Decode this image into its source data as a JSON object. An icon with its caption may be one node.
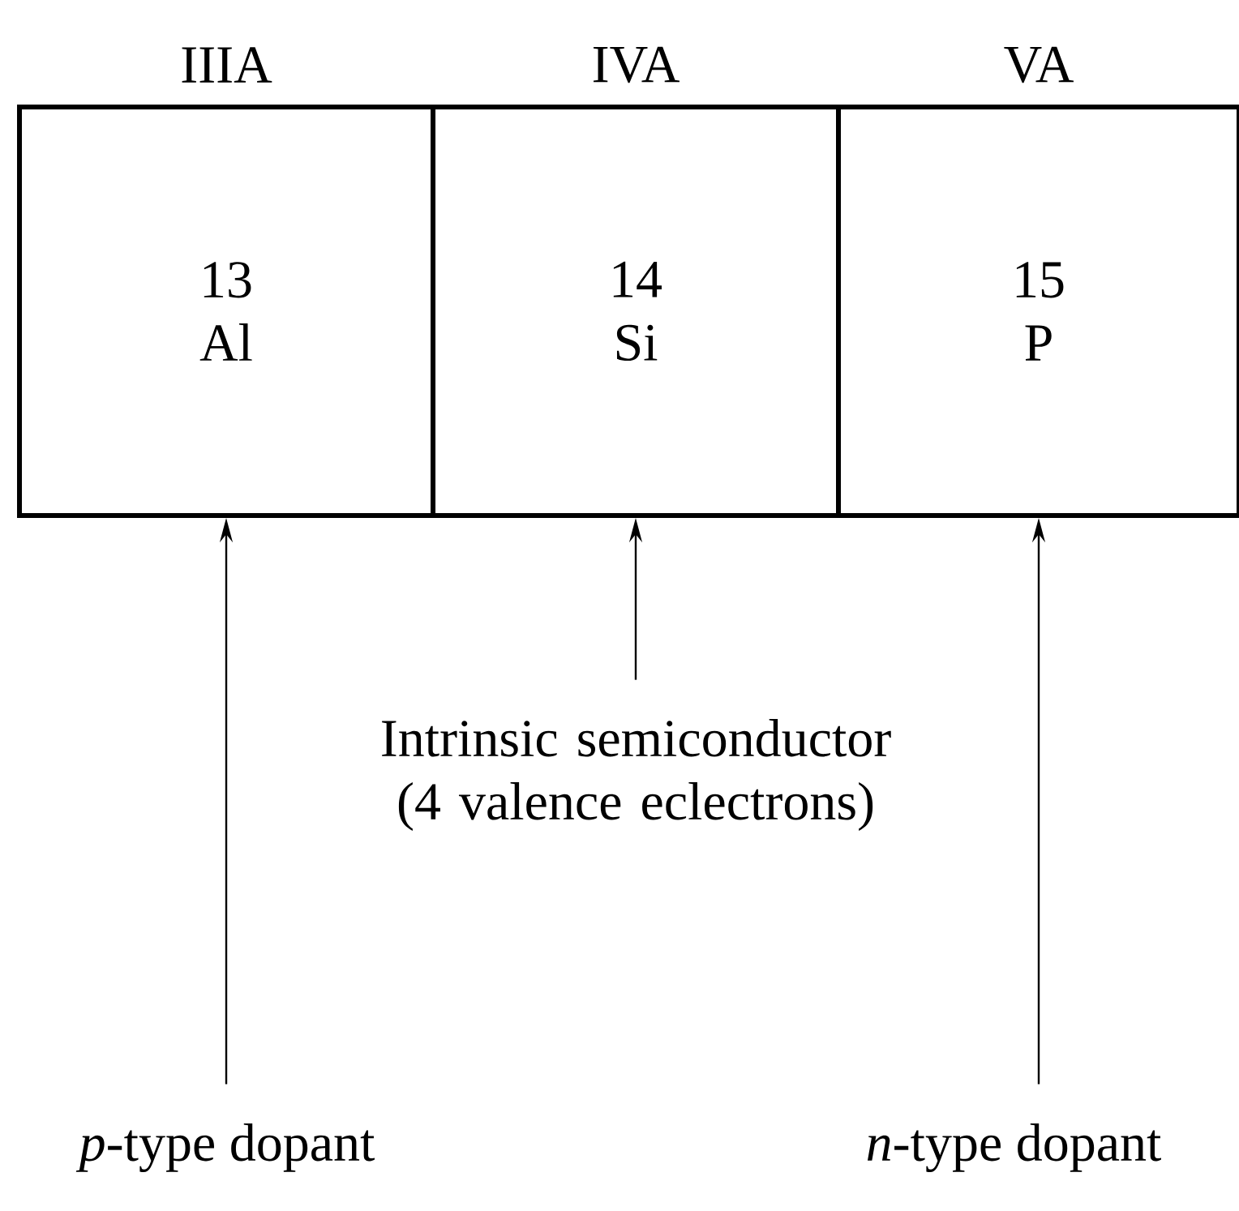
{
  "diagram": {
    "nodes": [
      {
        "text": [
          "IIIA",
          "13 Al"
        ]
      },
      {
        "text": [
          "IVA",
          "14 Si"
        ]
      },
      {
        "text": [
          "VA",
          "15 P"
        ]
      },
      {
        "text": [
          "*p*-type dopant"
        ]
      },
      {
        "text": [
          "Intrinsic semiconductor (4 valence eclectrons)"
        ]
      },
      {
        "text": [
          "*n*-type dopant"
        ]
      }
    ],
    "edges": [
      {
        "from": 3,
        "to": 0,
        "arrow": "to"
      },
      {
        "from": 4,
        "to": 1,
        "arrow": "to"
      },
      {
        "from": 5,
        "to": 2,
        "arrow": "to"
      }
    ]
  }
}
